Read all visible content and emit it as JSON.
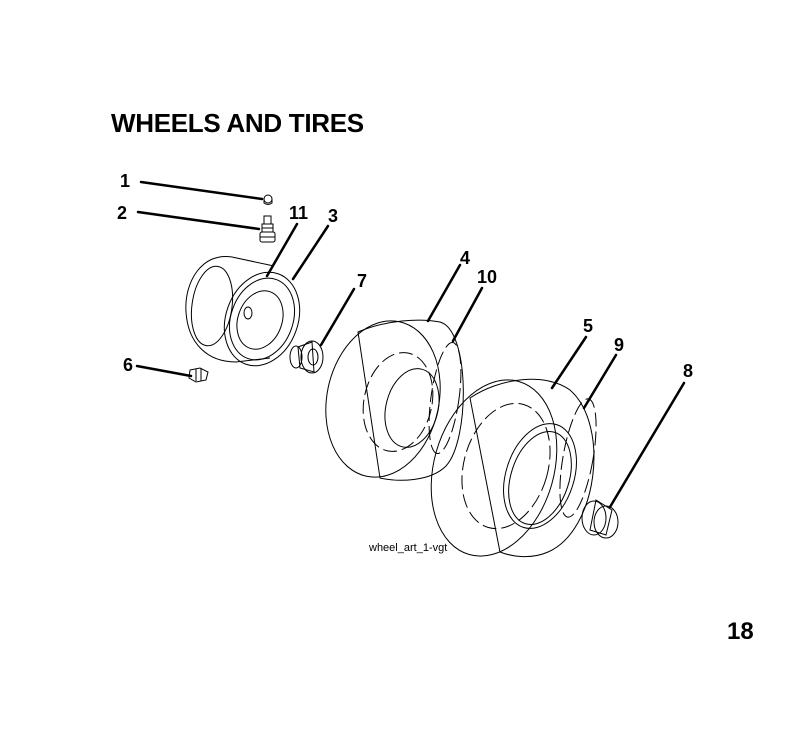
{
  "title": "WHEELS AND TIRES",
  "callouts": {
    "c1": "1",
    "c2": "2",
    "c3": "3",
    "c4": "4",
    "c5": "5",
    "c6": "6",
    "c7": "7",
    "c8": "8",
    "c9": "9",
    "c10": "10",
    "c11": "11"
  },
  "reference_code": "wheel_art_1-vgt",
  "page_number": "18"
}
